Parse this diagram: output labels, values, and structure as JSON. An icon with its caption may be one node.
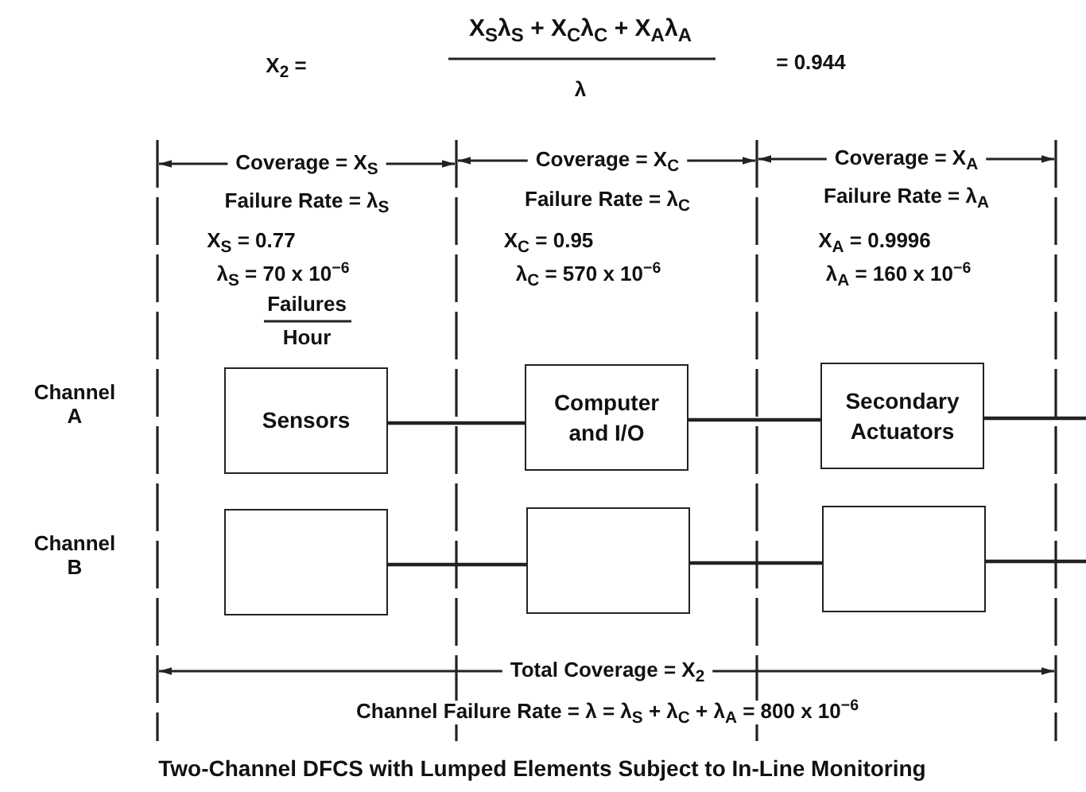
{
  "diagram": {
    "caption": "Two-Channel DFCS with Lumped Elements Subject to In-Line Monitoring",
    "nodes": [
      {
        "text": [
          "Sensors"
        ]
      },
      {
        "text": [
          "Computer and I/O"
        ]
      },
      {
        "text": [
          "Secondary Actuators"
        ]
      },
      {
        "text": [],
        "shape": "box"
      },
      {
        "text": [],
        "shape": "box"
      },
      {
        "text": [],
        "shape": "box"
      }
    ],
    "edges": [
      {
        "from": 0,
        "to": 1,
        "arrow": "none"
      },
      {
        "from": 1,
        "to": 2,
        "arrow": "none"
      },
      {
        "from": 2,
        "to": null,
        "arrow": "none"
      },
      {
        "from": 3,
        "to": 4,
        "arrow": "none"
      },
      {
        "from": 4,
        "to": 5,
        "arrow": "none"
      },
      {
        "from": 5,
        "to": null,
        "arrow": "none"
      }
    ],
    "labels": [
      "X$_{2}$ =",
      "X$_{S}$λ$_{S}$ + X$_{C}$λ$_{C}$ + X$_{A}$λ$_{A}$",
      "λ",
      "= 0.944",
      "Coverage = X$_{S}$",
      "Failure Rate = λ$_{S}$",
      "Coverage = X$_{C}$",
      "Failure Rate = λ$_{C}$",
      "Coverage = X$_{A}$",
      "Failure Rate = λ$_{A}$",
      "X$_{S}$ = 0.77",
      "λ$_{S}$ = 70 x 10$^{−6}$",
      "X$_{C}$ = 0.95",
      "λ$_{C}$ = 570 x 10$^{−6}$",
      "X$_{A}$ = 0.9996",
      "λ$_{A}$ = 160 x 10$^{−6}$",
      "Failures",
      "Hour",
      "Channel A",
      "Channel B",
      "Total Coverage = X$_{2}$",
      "Channel Failure Rate = λ = λ$_{S}$ + λ$_{C}$ + λ$_{A}$ = 800 x 10$^{−6}$"
    ]
  }
}
